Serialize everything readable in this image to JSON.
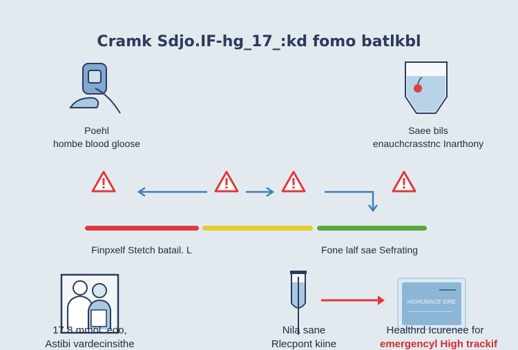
{
  "title": "Cramk Sdjo.IF-hg_17_:kd fomo batlkbl",
  "top_left": {
    "line1": "Poehl",
    "line2": "hombe blood gloose"
  },
  "top_right": {
    "line1": "Saee bils",
    "line2": "enauchcrasstnc Inarthony"
  },
  "bar_labels": {
    "left": "Finpxelf Stetch batail. L",
    "right": "Fone lalf sae Sefrating"
  },
  "bottom_left": {
    "line1": "17.8 mmol. eoo,",
    "line2": "Astibi vardecinsithe"
  },
  "bottom_center": {
    "line1": "Nila sane",
    "line2": "Rlecpont kiine"
  },
  "bottom_right": {
    "line1": "Healthrd Icurenee for",
    "line2": "emergencyl High trackif"
  },
  "card_text": "HIGHUMACE IDRE",
  "colors": {
    "red": "#e0393b",
    "yellow": "#e5cc2b",
    "green": "#5aa83c",
    "blue": "#3f7fb5",
    "navy": "#2b3b5c"
  }
}
